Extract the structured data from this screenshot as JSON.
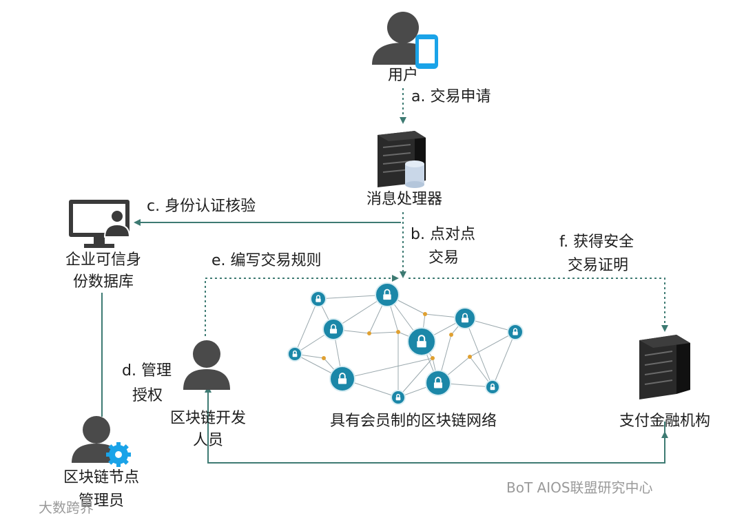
{
  "nodes": {
    "user": "用户",
    "message_processor": "消息处理器",
    "enterprise_identity_db": [
      "企业可信身",
      "份数据库"
    ],
    "blockchain_node_admin": [
      "区块链节点",
      "管理员"
    ],
    "blockchain_developer": [
      "区块链开发",
      "人员"
    ],
    "membership_blockchain_network": "具有会员制的区块链网络",
    "payment_financial_institution": "支付金融机构"
  },
  "steps": {
    "a": "a. 交易申请",
    "b": [
      "b. 点对点",
      "交易"
    ],
    "c": "c. 身份认证核验",
    "d": [
      "d. 管理",
      "授权"
    ],
    "e": "e. 编写交易规则",
    "f": [
      "f. 获得安全",
      "交易证明"
    ]
  },
  "watermarks": {
    "left": "大数跨界",
    "right": "BoT AIOS联盟研究中心"
  },
  "colors": {
    "arrow": "#3d7a72",
    "node_blue": "#1b87a8",
    "person": "#4a4a4a",
    "server": "#2a2a2a",
    "link_dot": "#e0a030",
    "phone": "#1aa3e8",
    "gear": "#1aa3e8"
  },
  "icons": [
    "person-with-phone-icon",
    "server-with-database-icon",
    "monitor-with-person-icon",
    "person-with-gear-icon",
    "person-icon",
    "lock-icon",
    "server-icon"
  ]
}
